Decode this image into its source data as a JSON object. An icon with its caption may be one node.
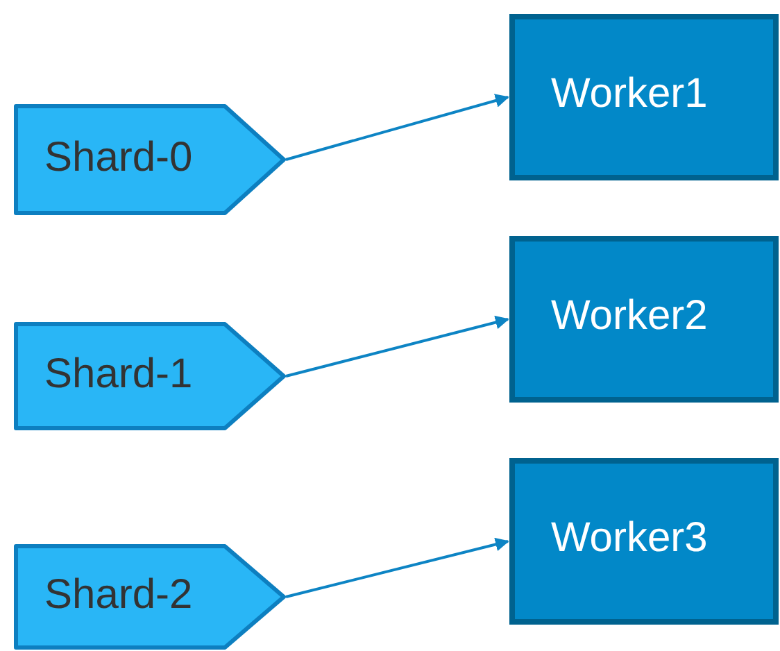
{
  "diagram": {
    "nodes": [
      {
        "text": [
          "Shard-0"
        ]
      },
      {
        "text": [
          "Worker1"
        ]
      },
      {
        "text": [
          "Shard-1"
        ]
      },
      {
        "text": [
          "Worker2"
        ]
      },
      {
        "text": [
          "Shard-2"
        ]
      },
      {
        "text": [
          "Worker3"
        ]
      }
    ],
    "edges": [
      {
        "from": 0,
        "to": 1,
        "arrow": "to"
      },
      {
        "from": 2,
        "to": 3,
        "arrow": "to"
      },
      {
        "from": 4,
        "to": 5,
        "arrow": "to"
      }
    ]
  }
}
